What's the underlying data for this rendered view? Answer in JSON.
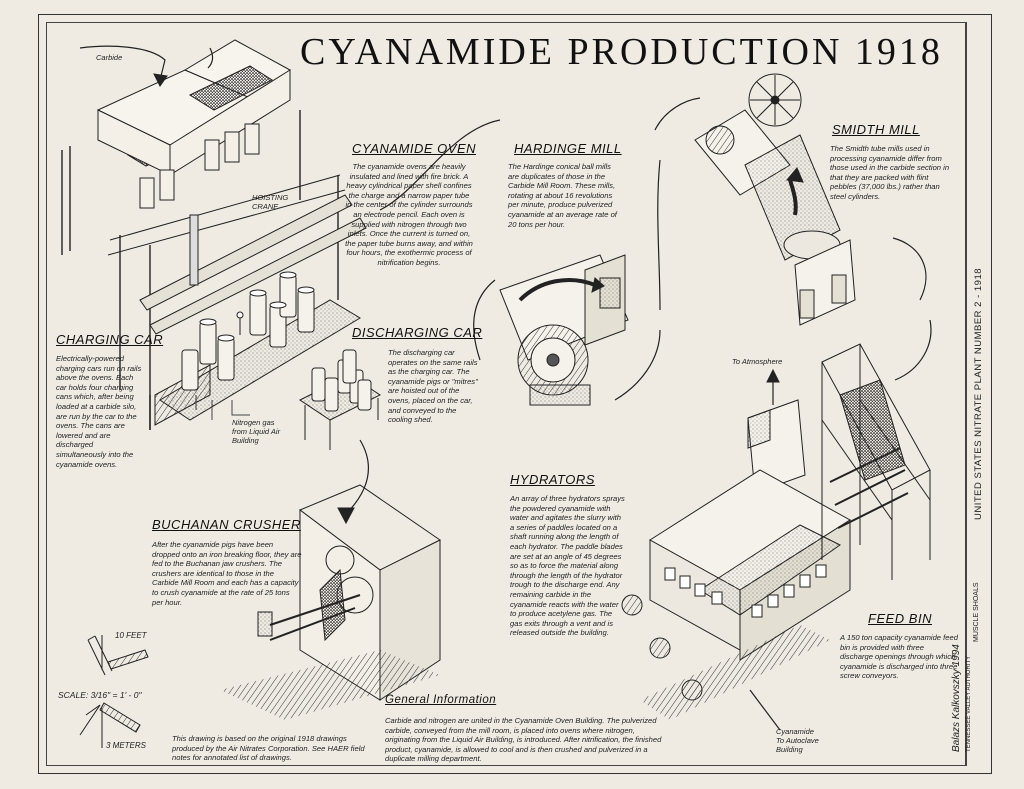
{
  "title": "CYANAMIDE PRODUCTION 1918",
  "labels": {
    "carbide": "Carbide",
    "hoisting_crane": "HOISTING\nCRANE",
    "nitrogen_gas": "Nitrogen gas\nfrom Liquid Air\nBuilding",
    "to_atmosphere": "To Atmosphere",
    "cyanamide_to_autoclave": "Cyanamide\nTo Autoclave\nBuilding"
  },
  "sections": {
    "cyanamide_oven": {
      "heading": "CYANAMIDE OVEN",
      "text": "The cyanamide ovens are heavily insulated and lined with fire brick. A heavy cylindrical paper shell confines the charge and a narrow paper tube in the center of the cylinder surrounds an electrode pencil. Each oven is supplied with nitrogen through two inlets. Once the current is turned on, the paper tube burns away, and within four hours, the exothermic process of nitrification begins."
    },
    "hardinge_mill": {
      "heading": "HARDINGE MILL",
      "text": "The Hardinge conical ball mills are duplicates of those in the Carbide Mill Room. These mills, rotating at about 16 revolutions per minute, produce pulverized cyanamide at an average rate of 20 tons per hour."
    },
    "smidth_mill": {
      "heading": "SMIDTH MILL",
      "text": "The Smidth tube mills used in processing cyanamide differ from those used in the carbide section in that they are packed with flint pebbles (37,000 lbs.) rather than steel cylinders."
    },
    "charging_car": {
      "heading": "CHARGING CAR",
      "text": "Electrically-powered charging cars run on rails above the ovens. Each car holds four charging cans which, after being loaded at a carbide silo, are run by the car to the ovens. The cans are lowered and are discharged simultaneously into the cyanamide ovens."
    },
    "discharging_car": {
      "heading": "DISCHARGING CAR",
      "text": "The discharging car operates on the same rails as the charging car. The cyanamide pigs or \"mitres\" are hoisted out of the ovens, placed on the car, and conveyed to the cooling shed."
    },
    "hydrators": {
      "heading": "HYDRATORS",
      "text": "An array of three hydrators sprays the powdered cyanamide with water and agitates the slurry with a series of paddles located on a shaft running along the length of each hydrator. The paddle blades are set at an angle of 45 degrees so as to force the material along through the length of the hydrator trough to the discharge end. Any remaining carbide in the cyanamide reacts with the water to produce acetylene gas. The gas exits through a vent and is released outside the building."
    },
    "buchanan_crusher": {
      "heading": "BUCHANAN CRUSHER",
      "text": "After the cyanamide pigs have been dropped onto an iron breaking floor, they are fed to the Buchanan jaw crushers. The crushers are identical to those in the Carbide Mill Room and each has a capacity to crush cyanamide at the rate of 25 tons per hour."
    },
    "feed_bin": {
      "heading": "FEED BIN",
      "text": "A 150 ton capacity cyanamide feed bin is provided with three discharge openings through which cyanamide is discharged into three screw conveyors."
    },
    "general_information": {
      "heading": "General Information",
      "text": "Carbide and nitrogen are united in the Cyanamide Oven Building. The pulverized carbide, conveyed from the mill room, is placed into ovens where nitrogen, originating from the Liquid Air Building, is introduced. After nitrification, the finished product, cyanamide, is allowed to cool and is then crushed and pulverized in a duplicate milling department."
    }
  },
  "source_note": "This drawing is based on the original 1918 drawings produced by the Air Nitrates Corporation. See HAER field notes for annotated list of drawings.",
  "scale": {
    "label": "SCALE: 3/16\" = 1' - 0\"",
    "feet_label": "10 FEET",
    "meters_label": "3 METERS"
  },
  "title_block": {
    "project": "UNITED STATES NITRATE PLANT NUMBER 2 - 1918",
    "location": "MUSCLE SHOALS",
    "delineator": "Balazs Kalkovszky 1994",
    "agency": "TENNESSEE VALLEY AUTHORITY"
  }
}
